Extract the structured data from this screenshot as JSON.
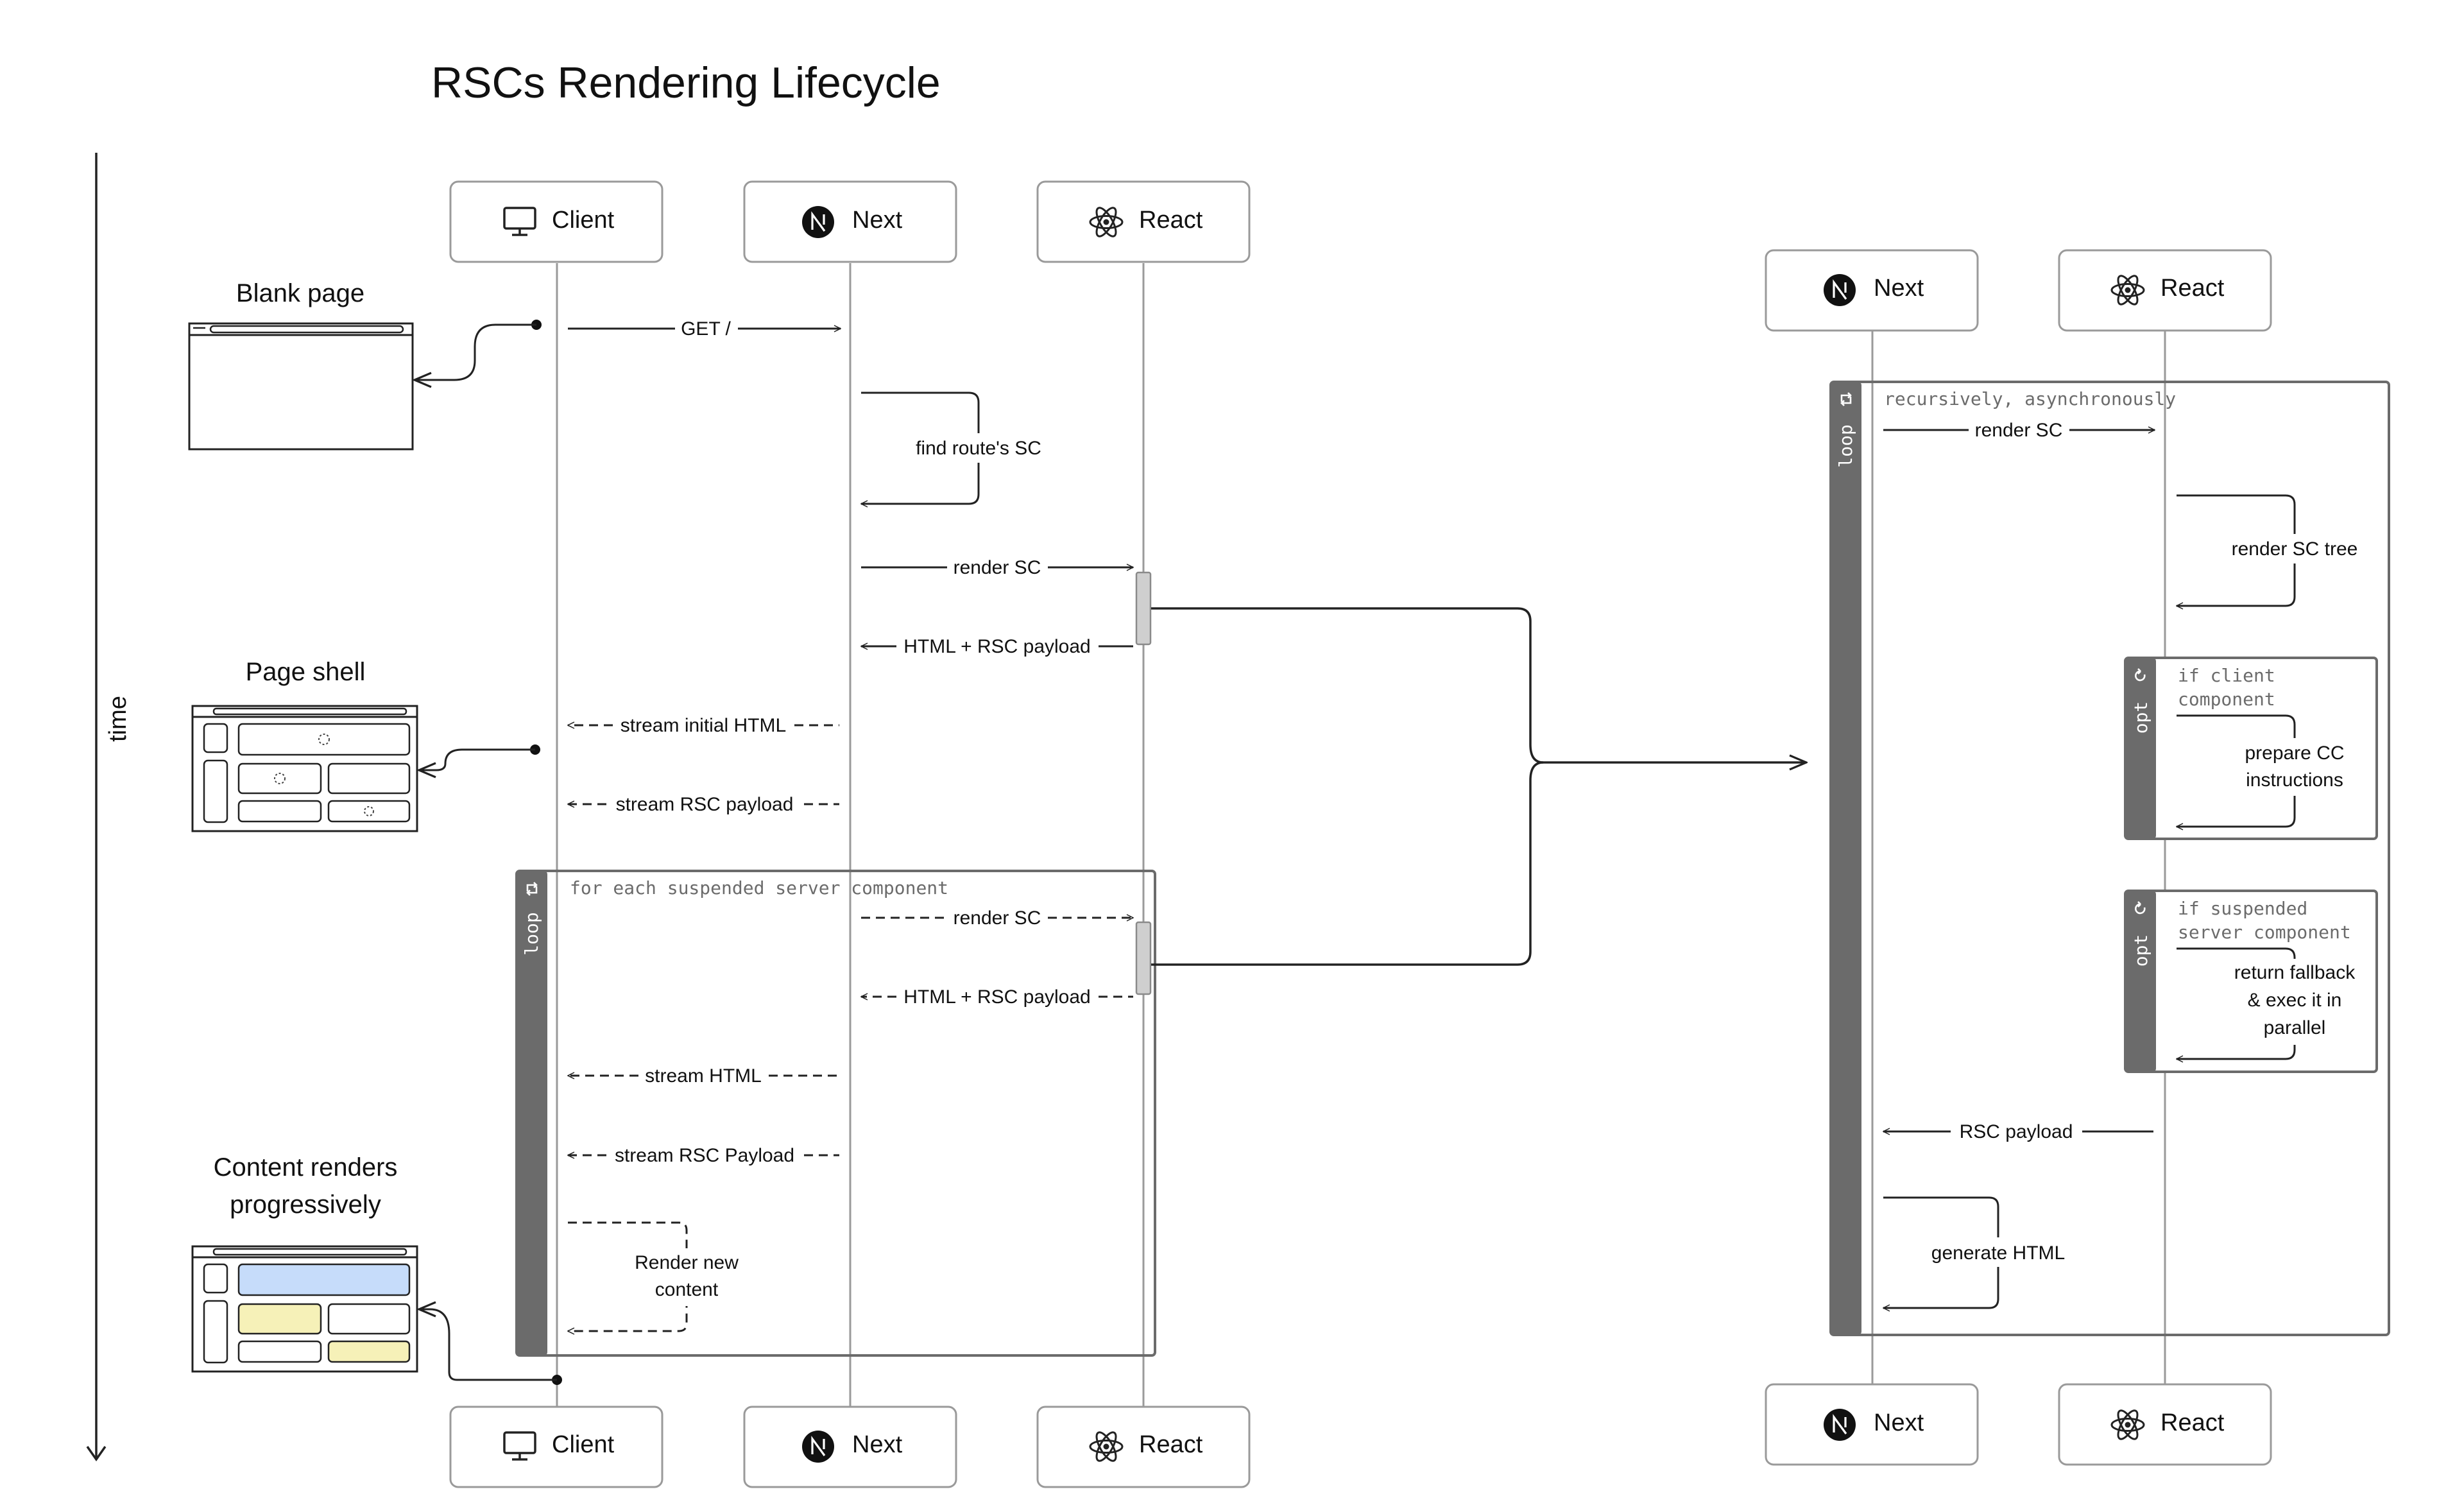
{
  "title": "RSCs Rendering Lifecycle",
  "time_label": "time",
  "actors": {
    "client": "Client",
    "next": "Next",
    "react": "React"
  },
  "screens": {
    "blank": "Blank page",
    "shell": "Page shell",
    "progressive_line1": "Content renders",
    "progressive_line2": "progressively"
  },
  "loop_tag": "loop",
  "opt_tag": "opt",
  "left_loop_condition": "for each suspended server component",
  "right_loop_condition": "recursively, asynchronously",
  "messages": {
    "get": "GET /",
    "find_route_sc": "find route's SC",
    "render_sc": "render SC",
    "html_rsc_payload": "HTML + RSC payload",
    "stream_initial_html": "stream initial HTML",
    "stream_rsc_payload": "stream RSC payload",
    "render_sc_loop": "render SC",
    "html_rsc_payload_loop": "HTML + RSC payload",
    "stream_html": "stream HTML",
    "stream_rsc_payload_cap": "stream RSC Payload",
    "render_new_content_1": "Render new",
    "render_new_content_2": "content"
  },
  "detail": {
    "render_sc": "render SC",
    "render_sc_tree": "render SC tree",
    "opt1_condition_1": "if client",
    "opt1_condition_2": "component",
    "prepare_cc_1": "prepare CC",
    "prepare_cc_2": "instructions",
    "opt2_condition_1": "if suspended",
    "opt2_condition_2": "server component",
    "fallback_1": "return fallback",
    "fallback_2": "& exec it in",
    "fallback_3": "parallel",
    "rsc_payload": "RSC payload",
    "generate_html": "generate HTML"
  },
  "colors": {
    "line": "#222222",
    "lifeline": "#9a9a9a",
    "frame": "#6b6b6b",
    "activation": "#cfcfcf",
    "blue_fill": "#c6dcfa",
    "yellow_fill": "#f6f1b8",
    "mono_text": "#6b6b6b"
  }
}
